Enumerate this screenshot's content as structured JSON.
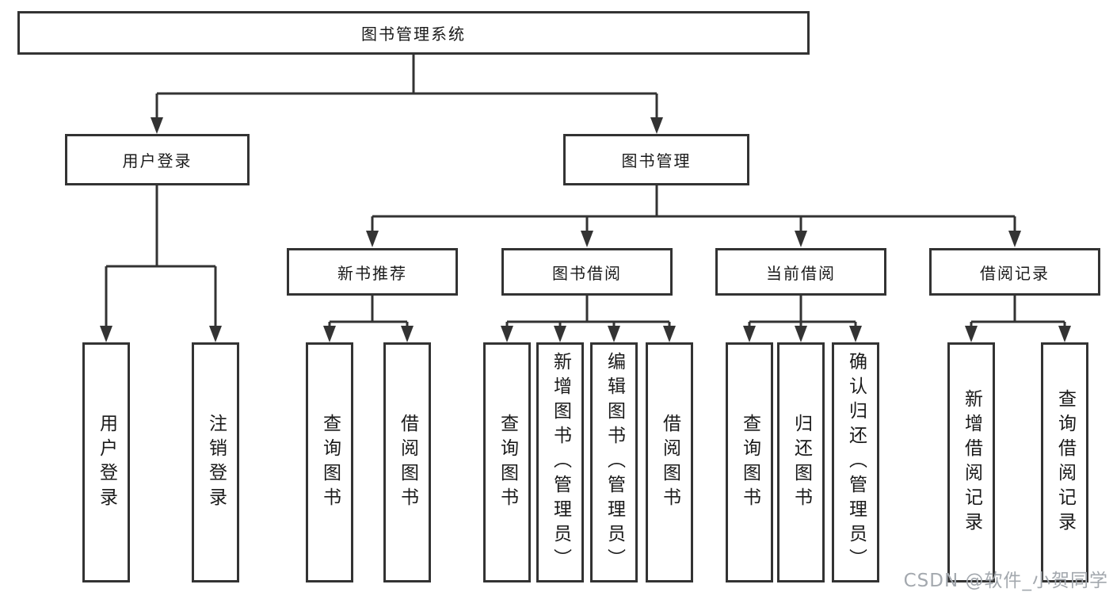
{
  "root": {
    "label": "图书管理系统"
  },
  "branches": {
    "user_login": {
      "label": "用户登录"
    },
    "book_mgmt": {
      "label": "图书管理"
    }
  },
  "modules": {
    "new_book": {
      "label": "新书推荐"
    },
    "borrow": {
      "label": "图书借阅"
    },
    "current": {
      "label": "当前借阅"
    },
    "records": {
      "label": "借阅记录"
    }
  },
  "leaves": {
    "user_login": [
      "用户登录",
      "注销登录"
    ],
    "new_book": [
      "查询图书",
      "借阅图书"
    ],
    "borrow": [
      "查询图书",
      "新增图书（管理员）",
      "编辑图书（管理员）",
      "借阅图书"
    ],
    "current": [
      "查询图书",
      "归还图书",
      "确认归还（管理员）"
    ],
    "records": [
      "新增借阅记录",
      "查询借阅记录"
    ]
  },
  "watermark": {
    "text": "CSDN @软件_小贺同学"
  },
  "colors": {
    "line": "#333333",
    "text": "#1a1a1a",
    "box_background": "#ffffff",
    "watermark": "#a3a8ae"
  }
}
